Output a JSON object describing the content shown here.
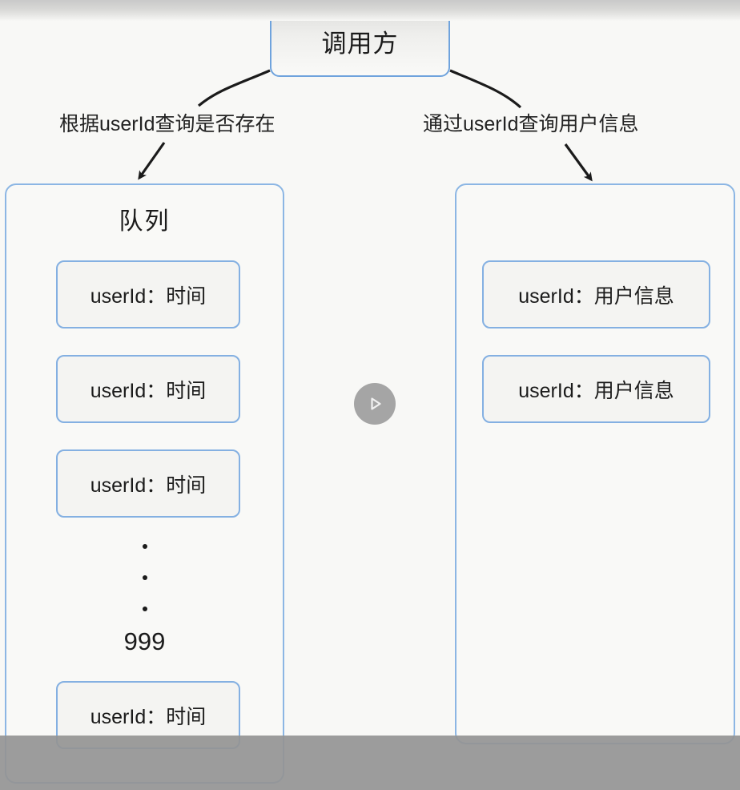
{
  "diagram": {
    "caller": {
      "label": "调用方"
    },
    "edges": [
      {
        "label": "根据userId查询是否存在",
        "icon": "arrow-down-left-icon"
      },
      {
        "label": "通过userId查询用户信息",
        "icon": "arrow-down-right-icon"
      }
    ],
    "left_container": {
      "title": "队列",
      "cards": [
        {
          "text": "userId：时间"
        },
        {
          "text": "userId：时间"
        },
        {
          "text": "userId：时间"
        },
        {
          "text": "userId：时间"
        }
      ],
      "ellipsis_dots": 3,
      "count_label": "999"
    },
    "right_container": {
      "title": "",
      "cards": [
        {
          "text": "userId：用户信息"
        },
        {
          "text": "userId：用户信息"
        }
      ]
    }
  },
  "player": {
    "play_icon": "play-triangle-icon"
  },
  "colors": {
    "box_border": "#8cb6e4",
    "caller_border": "#6fa3dd",
    "canvas_bg": "#f8f8f6",
    "text": "#1b1b1b",
    "overlay_band": "#949494"
  }
}
